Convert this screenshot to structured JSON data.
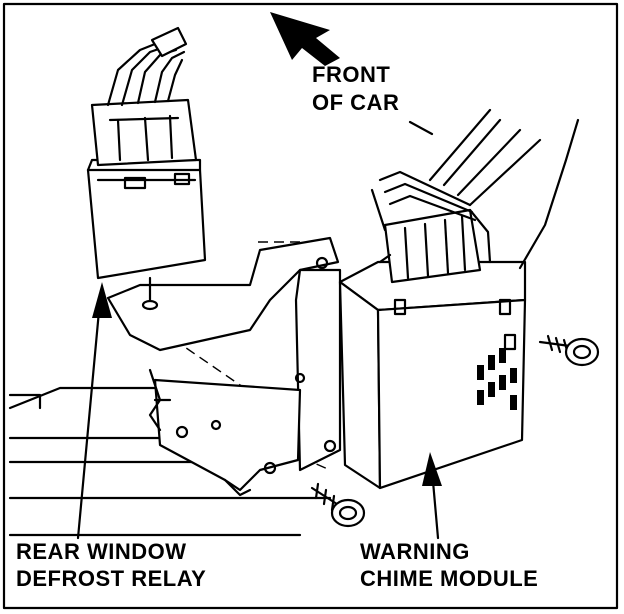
{
  "labels": {
    "front_line1": "FRONT",
    "front_line2": "OF CAR",
    "relay_line1": "REAR WINDOW",
    "relay_line2": "DEFROST RELAY",
    "chime_line1": "WARNING",
    "chime_line2": "CHIME MODULE"
  },
  "colors": {
    "ink": "#000000",
    "paper": "#ffffff"
  }
}
